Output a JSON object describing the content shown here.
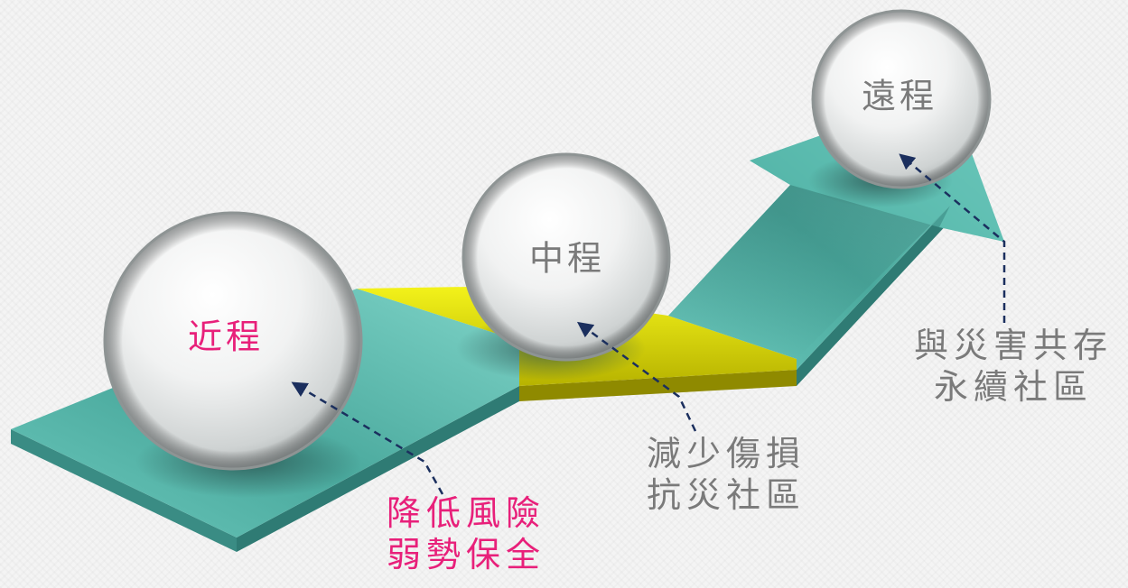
{
  "stages": [
    {
      "id": "near",
      "title": "近程",
      "lines": [
        "降低風險",
        "弱勢保全"
      ]
    },
    {
      "id": "mid",
      "title": "中程",
      "lines": [
        "減少傷損",
        "抗災社區"
      ]
    },
    {
      "id": "far",
      "title": "遠程",
      "lines": [
        "與災害共存",
        "永續社區"
      ]
    }
  ],
  "colors": {
    "highlight": "#e8207a",
    "text": "#7a7a7a",
    "arrow_teal": "#4eb3a6",
    "arrow_yellow": "#d6d400",
    "connector": "#1b2f5e"
  },
  "icons": [
    "right-arrow-icon"
  ]
}
